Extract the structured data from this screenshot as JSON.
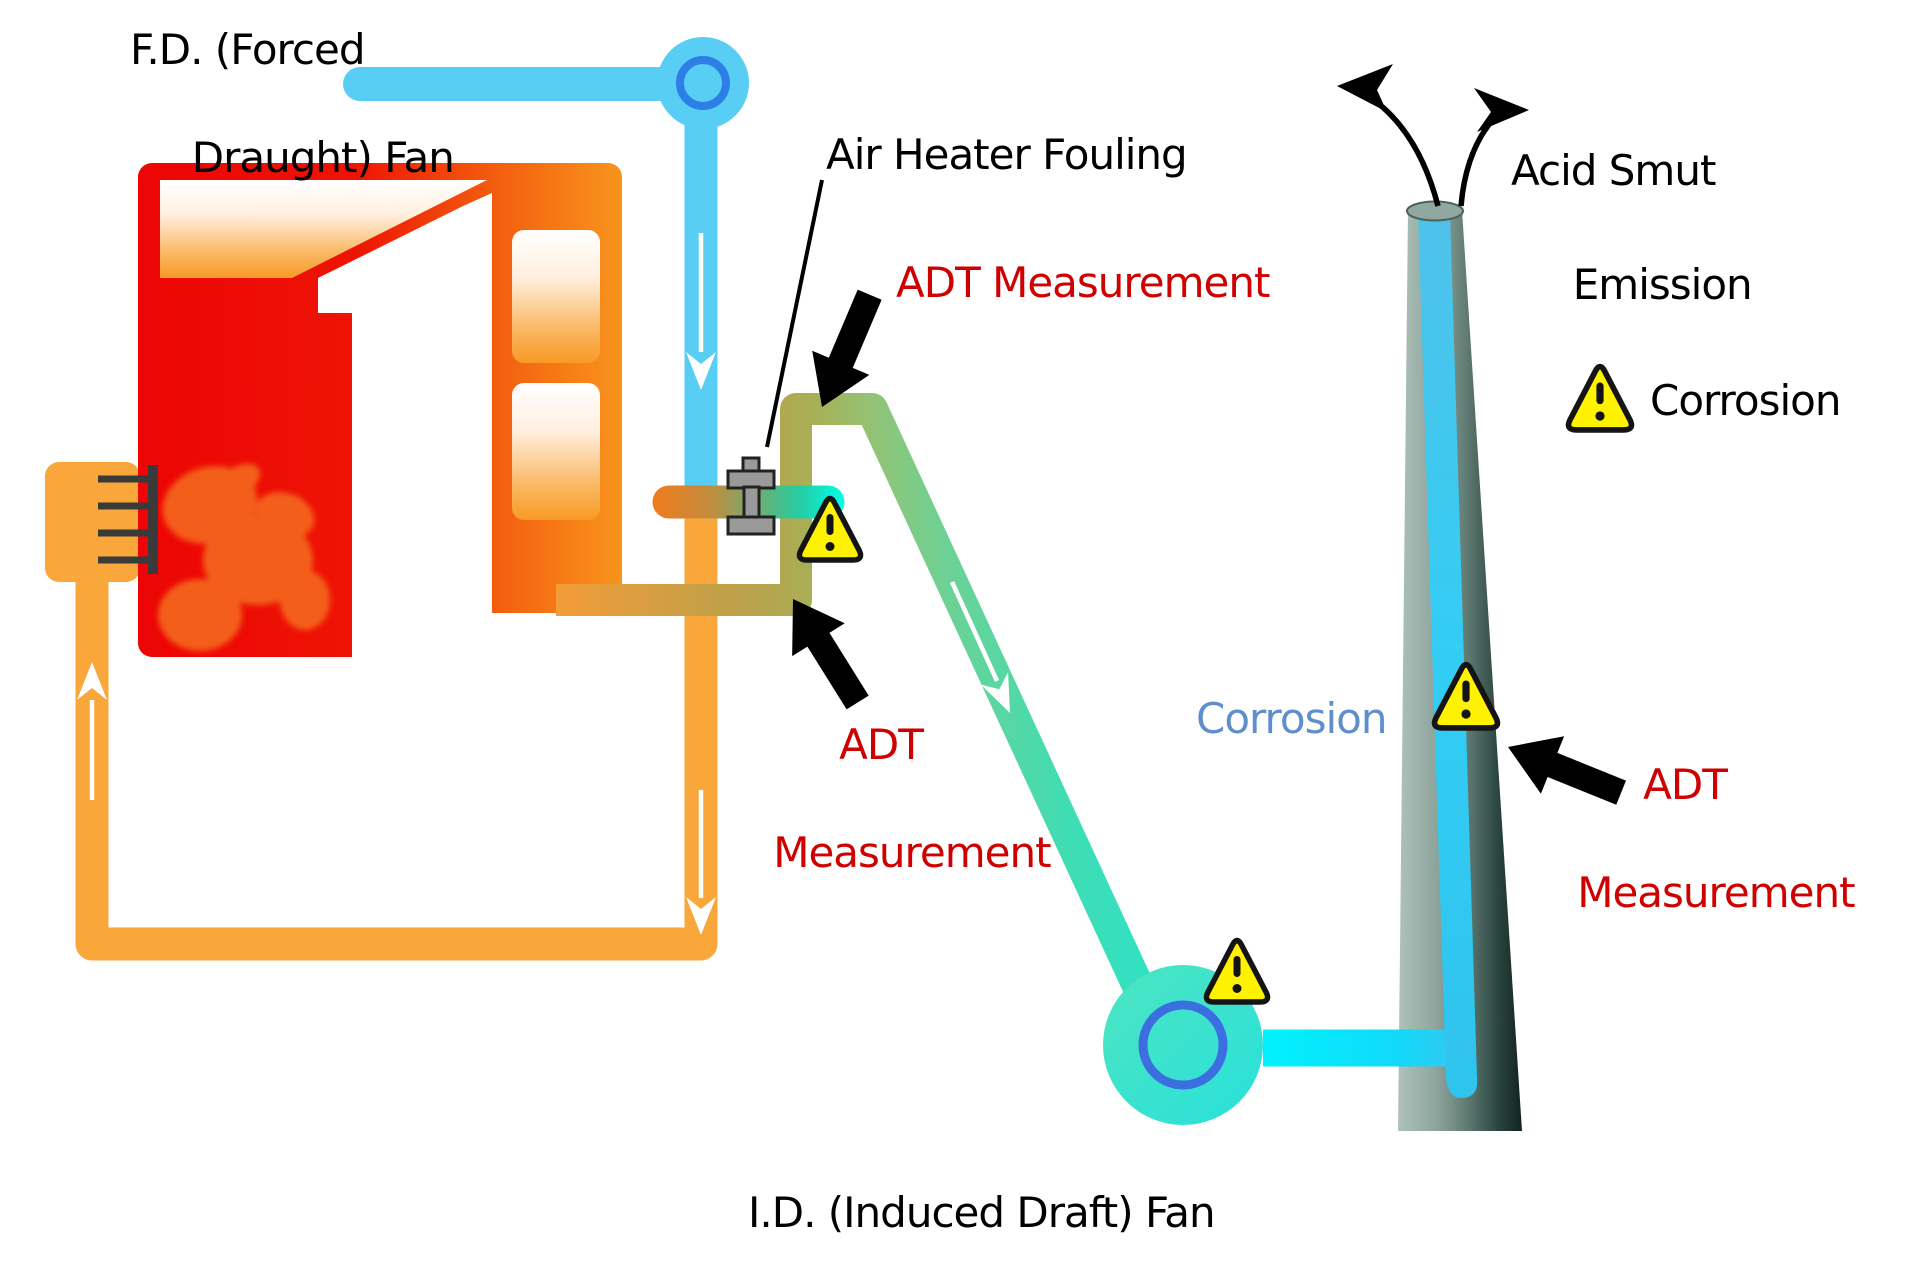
{
  "labels": {
    "fd_fan": {
      "line1": "F.D. (Forced",
      "line2": "Draught) Fan"
    },
    "air_heater_fouling": "Air Heater Fouling",
    "adt_measurement_air_heater": "ADT Measurement",
    "adt_measurement_boiler_outlet": {
      "line1": "ADT",
      "line2": "Measurement"
    },
    "adt_measurement_chimney": {
      "line1": "ADT",
      "line2": "Measurement"
    },
    "corrosion_chimney": "Corrosion",
    "corrosion_legend": "Corrosion",
    "acid_smut_emission": {
      "line1": "Acid Smut",
      "line2": "Emission"
    },
    "id_fan": "I.D. (Induced Draft) Fan"
  },
  "colors": {
    "label_black": "#000000",
    "label_red": "#CE0000",
    "label_blue": "#5E8FCC",
    "warning_yellow": "#FFF200",
    "cold_air_blue": "#58CEF4",
    "hot_air_orange": "#F9A63B",
    "boiler_red": "#EC0505",
    "boiler_orange": "#F8941D",
    "flue_gas_cyan": "#00F0FF",
    "flue_gas_green": "#46DBAE",
    "fan_hub_blue": "#2E7EE8",
    "chimney_dark_teal": "#2C4641"
  },
  "icons": {
    "warning": "warning-triangle-exclamation",
    "fan_hub": "circle-ring",
    "air_heater_element": "bolt-cross",
    "flow_arrow": "chevron-arrow",
    "callout_arrow": "thick-black-arrow",
    "emission_arrow": "curved-swallow-arrow"
  }
}
